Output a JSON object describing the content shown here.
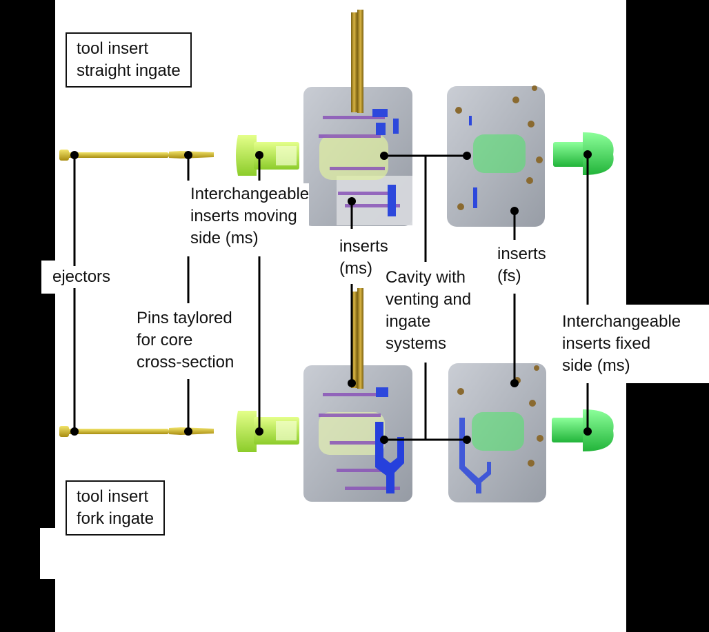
{
  "colors": {
    "leader": "#000000",
    "ejector": "#c9b21c",
    "insert_ms": "#b8f05a",
    "insert_fs": "#3fe65a",
    "block": "#9aa0aa",
    "sprue": "#a8861c",
    "runner": "#2340d8",
    "pin": "#8a54b8"
  },
  "labels": {
    "top_box": "tool insert\nstraight ingate",
    "bottom_box": "tool insert\nfork ingate",
    "ejectors": "ejectors",
    "pins": "Pins taylored\nfor core\ncross-section",
    "inserts_moving": "Interchangeable\ninserts moving\nside (ms)",
    "inserts_ms": "inserts\n(ms)",
    "cavity": "Cavity with\nventing and\ningate\nsystems",
    "inserts_fs": "inserts\n(fs)",
    "inserts_fixed": "Interchangeable\ninserts fixed\nside (ms)"
  }
}
